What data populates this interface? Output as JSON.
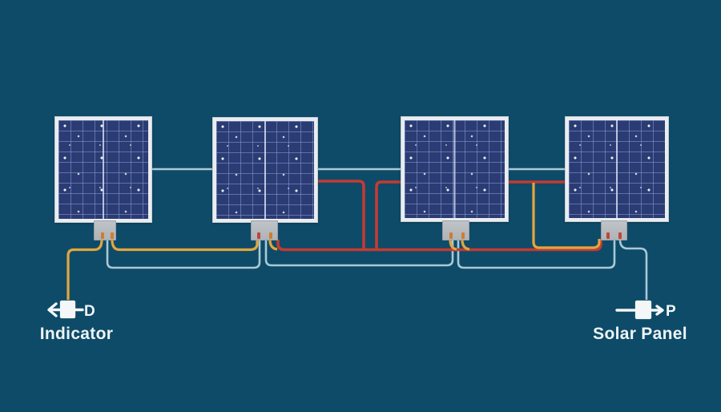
{
  "scene": {
    "background_color": "#0e4b68",
    "panel_count": "4"
  },
  "colors": {
    "wire_yellow": "#e2a63e",
    "wire_red": "#c33b32",
    "wire_pale": "#a9c9d6",
    "terminal_white": "#f4f7f8"
  },
  "labels": {
    "indicator_label": "Indicator",
    "indicator_letter": "D",
    "solar_panel_label": "Solar Panel",
    "solar_panel_letter": "P"
  }
}
